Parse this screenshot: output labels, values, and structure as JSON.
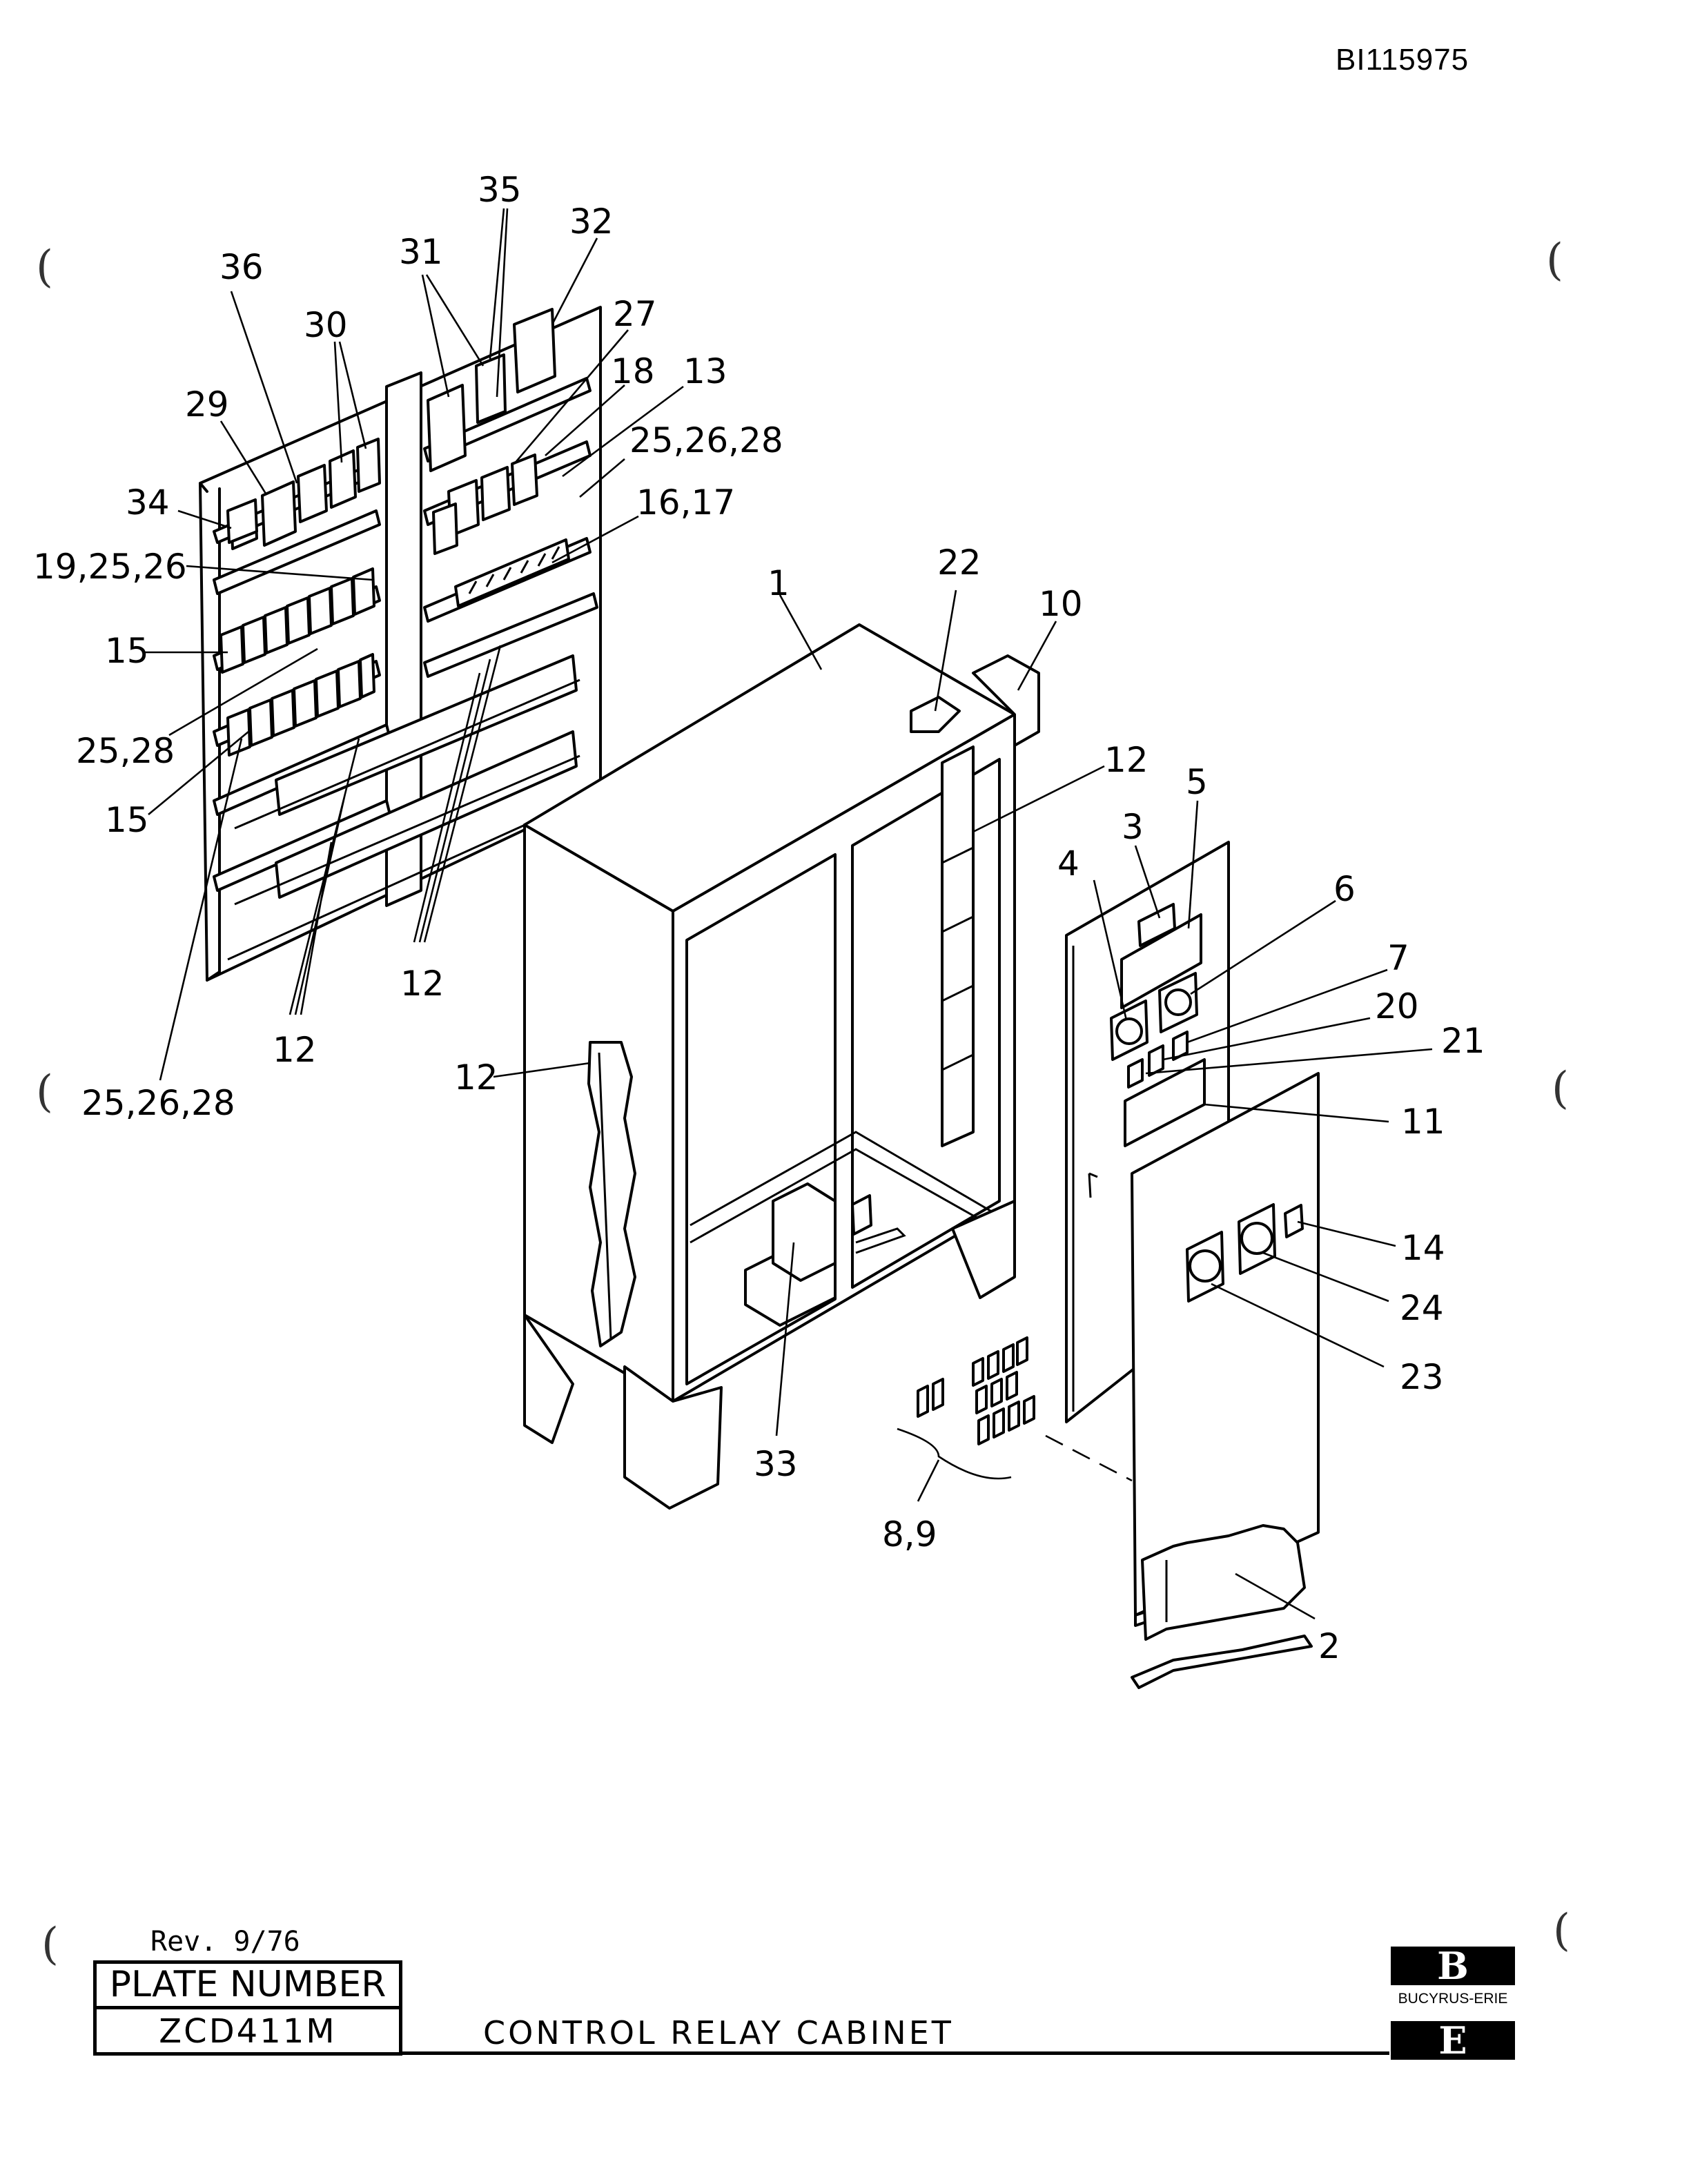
{
  "header": {
    "doc_id": "BI115975"
  },
  "callouts": [
    {
      "text": "35"
    },
    {
      "text": "32"
    },
    {
      "text": "31"
    },
    {
      "text": "36"
    },
    {
      "text": "30"
    },
    {
      "text": "27"
    },
    {
      "text": "18"
    },
    {
      "text": "13"
    },
    {
      "text": "29"
    },
    {
      "text": "25,26,28"
    },
    {
      "text": "34"
    },
    {
      "text": "16,17"
    },
    {
      "text": "19,25,26"
    },
    {
      "text": "22"
    },
    {
      "text": "1"
    },
    {
      "text": "10"
    },
    {
      "text": "15"
    },
    {
      "text": "25,28"
    },
    {
      "text": "12"
    },
    {
      "text": "5"
    },
    {
      "text": "15"
    },
    {
      "text": "3"
    },
    {
      "text": "4"
    },
    {
      "text": "6"
    },
    {
      "text": "12"
    },
    {
      "text": "7"
    },
    {
      "text": "20"
    },
    {
      "text": "12"
    },
    {
      "text": "21"
    },
    {
      "text": "12"
    },
    {
      "text": "25,26,28"
    },
    {
      "text": "11"
    },
    {
      "text": "14"
    },
    {
      "text": "24"
    },
    {
      "text": "23"
    },
    {
      "text": "33"
    },
    {
      "text": "8,9"
    },
    {
      "text": "2"
    }
  ],
  "footer": {
    "revision": "Rev. 9/76",
    "plate_label": "PLATE NUMBER",
    "plate_number": "ZCD411M",
    "title": "CONTROL RELAY CABINET",
    "logo_top": "B",
    "logo_name": "BUCYRUS-ERIE",
    "logo_bottom": "E"
  }
}
